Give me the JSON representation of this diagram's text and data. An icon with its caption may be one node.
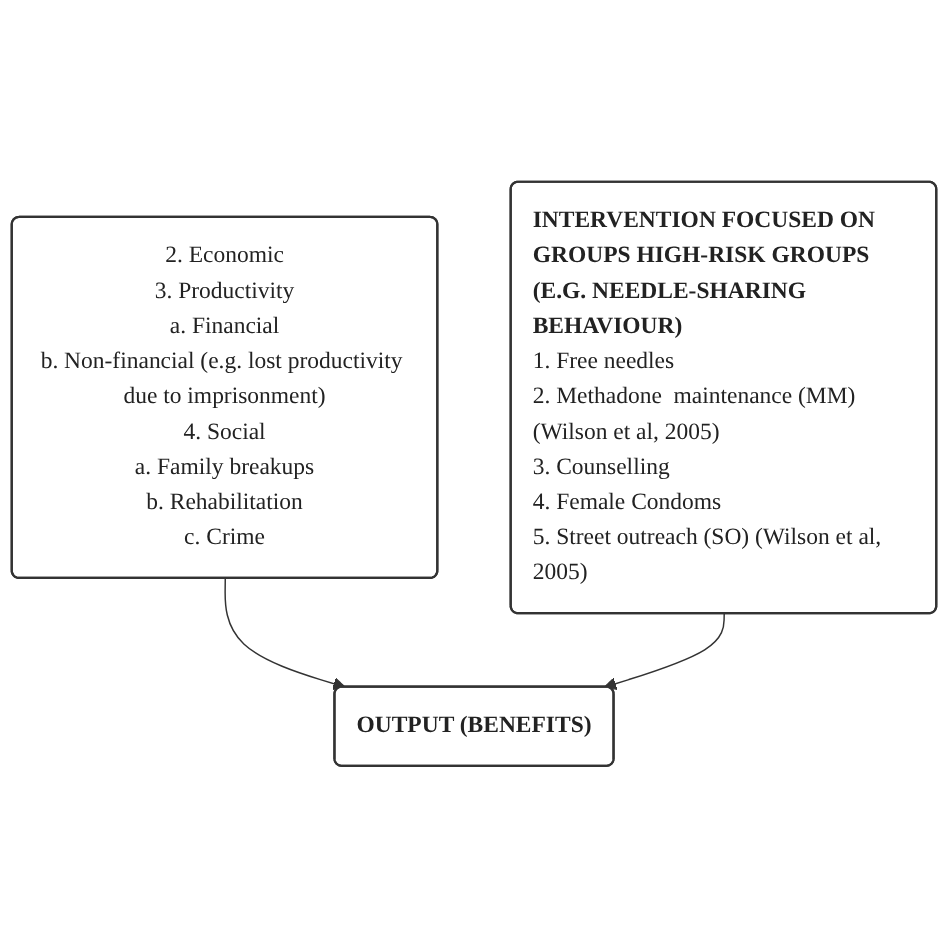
{
  "diagram": {
    "nodes": [
      {
        "text": [
          "2. Economic",
          "3. Productivity",
          "a. Financial",
          "b. Non-financial (e.g. lost productivity due to imprisonment)",
          "4. Social",
          "a. Family breakups",
          "b. Rehabilitation",
          "c. Crime"
        ]
      },
      {
        "text": [
          "INTERVENTION FOCUSED ON GROUPS HIGH-RISK GROUPS (E.G. NEEDLE-SHARING BEHAVIOUR)",
          "1. Free needles",
          "2. Methadone  maintenance (MM) (Wilson et al, 2005)",
          "3. Counselling",
          "4. Female Condoms",
          "5. Street outreach (SO) (Wilson et al, 2005)"
        ]
      },
      {
        "text": [
          "OUTPUT (BENEFITS)"
        ]
      }
    ],
    "edges": [
      {
        "from": 0,
        "to": 2,
        "arrow": "to"
      },
      {
        "from": 1,
        "to": 2,
        "arrow": "to"
      }
    ]
  }
}
